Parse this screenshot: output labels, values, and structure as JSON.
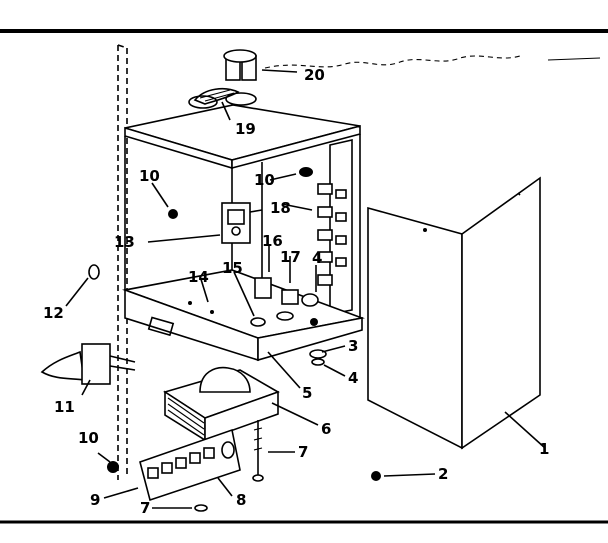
{
  "diagram": {
    "part_labels": {
      "p1": "1",
      "p2": "2",
      "p3": "3",
      "p4a": "4",
      "p4b": "4",
      "p5": "5",
      "p6": "6",
      "p7a": "7",
      "p7b": "7",
      "p8": "8",
      "p9": "9",
      "p10a": "10",
      "p10b": "10",
      "p10c": "10",
      "p11": "11",
      "p12": "12",
      "p13": "13",
      "p14": "14",
      "p15": "15",
      "p16": "16",
      "p17": "17",
      "p18": "18",
      "p19": "19",
      "p20": "20"
    }
  }
}
